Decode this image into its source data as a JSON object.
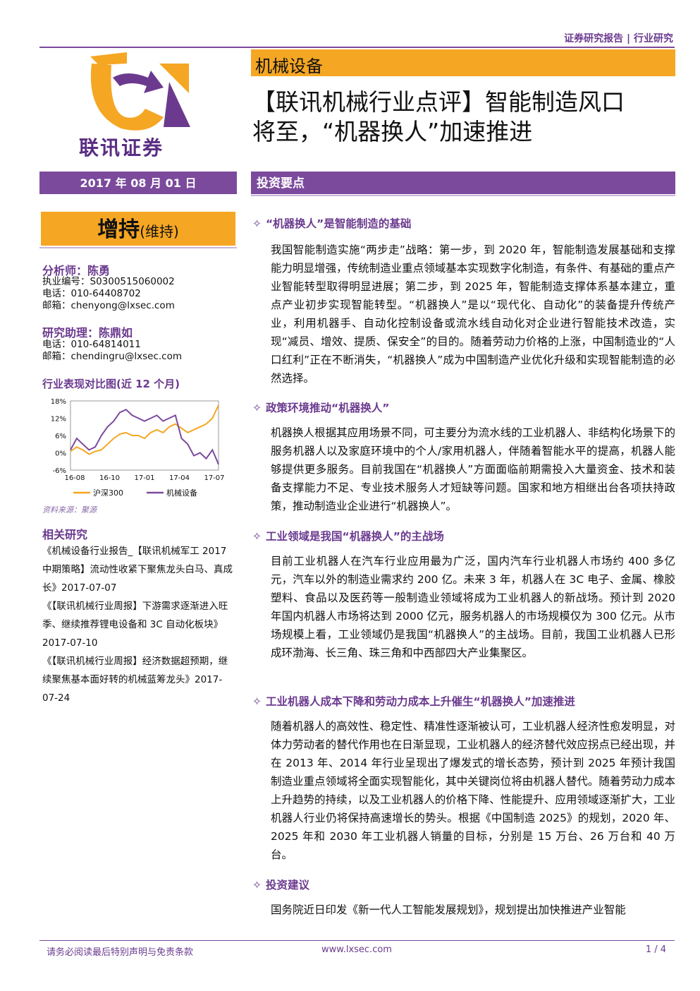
{
  "header": {
    "report_type": "证券研究报告 | 行业研究",
    "logo_text": "联讯证券",
    "industry": "机械设备",
    "title_line1": "【联讯机械行业点评】智能制造风口",
    "title_line2": "将至，“机器换人”加速推进",
    "date": "2017 年 08 月 01 日",
    "section": "投资要点",
    "brand_color": "#7b4a9c",
    "accent_color": "#f5a623"
  },
  "rating": {
    "main": "增持",
    "sub": "(维持)"
  },
  "analyst": {
    "label": "分析师：陈勇",
    "license": "执业编号：S0300515060002",
    "phone": "电话：010-64408702",
    "email": "邮箱：chenyong@lxsec.com"
  },
  "assistant": {
    "label": "研究助理：陈鼎如",
    "phone": "电话：010-64814011",
    "email": "邮箱：chendingru@lxsec.com"
  },
  "chart_title": "行业表现对比图(近 12 个月)",
  "chart_source": "资料来源：聚源",
  "chart_data": {
    "type": "line",
    "yticks": [
      "18%",
      "12%",
      "6%",
      "0%",
      "-6%"
    ],
    "xticks": [
      "16-08",
      "16-10",
      "17-01",
      "17-04",
      "17-07"
    ],
    "ylim": [
      -6,
      18
    ],
    "x": [
      0,
      2,
      4,
      6,
      8,
      10,
      12,
      14,
      16,
      18,
      20,
      22,
      24,
      26,
      28,
      30,
      32,
      34,
      36,
      38,
      40,
      42,
      44,
      46,
      48
    ],
    "series": [
      {
        "name": "沪深300",
        "color": "#f5a623",
        "values": [
          0.5,
          2,
          1,
          -0.5,
          0.5,
          1,
          3,
          5,
          6.5,
          7,
          6,
          6,
          5,
          7,
          8,
          7,
          9,
          10,
          8.5,
          7,
          8,
          9,
          10,
          12,
          16.5
        ]
      },
      {
        "name": "机械设备",
        "color": "#7b4a9c",
        "values": [
          1,
          5,
          3,
          1,
          2,
          6,
          9,
          11,
          14,
          15,
          13,
          12,
          11,
          12,
          13,
          11,
          12,
          13,
          5,
          3,
          -1,
          0,
          -2,
          1,
          -4
        ]
      }
    ]
  },
  "related": {
    "heading": "相关研究",
    "items": [
      "《机械设备行业报告_【联讯机械军工 2017 中期策略】流动性收紧下聚焦龙头白马、真成长》2017-07-07",
      "《【联讯机械行业周报】下游需求逐渐进入旺季、继续推荐锂电设备和 3C 自动化板块》2017-07-10",
      "《【联讯机械行业周报】经济数据超预期，继续聚焦基本面好转的机械蓝筹龙头》2017-07-24"
    ]
  },
  "sections": [
    {
      "heading": "“机器换人”是智能制造的基础",
      "body": "我国智能制造实施“两步走”战略：第一步，到 2020 年，智能制造发展基础和支撑能力明显增强，传统制造业重点领域基本实现数字化制造，有条件、有基础的重点产业智能转型取得明显进展；第二步，到 2025 年，智能制造支撑体系基本建立，重点产业初步实现智能转型。“机器换人”是以“现代化、自动化”的装备提升传统产业，利用机器手、自动化控制设备或流水线自动化对企业进行智能技术改造，实现“减员、增效、提质、保安全”的目的。随着劳动力价格的上涨，中国制造业的“人口红利”正在不断消失，“机器换人”成为中国制造产业优化升级和实现智能制造的必然选择。"
    },
    {
      "heading": "政策环境推动“机器换人”",
      "body": "机器换人根据其应用场景不同，可主要分为流水线的工业机器人、非结构化场景下的服务机器人以及家庭环境中的个人/家用机器人，伴随着智能水平的提高，机器人能够提供更多服务。目前我国在“机器换人”方面面临前期需投入大量资金、技术和装备支撑能力不足、专业技术服务人才短缺等问题。国家和地方相继出台各项扶持政策，推动制造业企业进行“机器换人”。"
    },
    {
      "heading": "工业领域是我国“机器换人”的主战场",
      "body": "目前工业机器人在汽车行业应用最为广泛，国内汽车行业机器人市场约 400 多亿元，汽车以外的制造业需求约 200 亿。未来 3 年，机器人在 3C 电子、金属、橡胶塑料、食品以及医药等一般制造业领域将成为工业机器人的新战场。预计到 2020 年国内机器人市场将达到 2000 亿元，服务机器人的市场规模仅为 300 亿元。从市场规模上看，工业领域仍是我国“机器换人”的主战场。目前，我国工业机器人已形成环渤海、长三角、珠三角和中西部四大产业集聚区。"
    },
    {
      "heading": "工业机器人成本下降和劳动力成本上升催生“机器换人”加速推进",
      "body": "随着机器人的高效性、稳定性、精准性逐渐被认可，工业机器人经济性愈发明显，对体力劳动者的替代作用也在日渐显现，工业机器人的经济替代效应拐点已经出现，并在 2013 年、2014 年行业呈现出了爆发式的增长态势，预计到 2025 年预计我国制造业重点领域将全面实现智能化，其中关键岗位将由机器人替代。随着劳动力成本上升趋势的持续，以及工业机器人的价格下降、性能提升、应用领域逐渐扩大，工业机器人行业仍将保持高速增长的势头。根据《中国制造 2025》的规划，2020 年、2025 年和 2030 年工业机器人销量的目标，分别是 15 万台、26 万台和 40 万台。"
    },
    {
      "heading": "投资建议",
      "body": "国务院近日印发《新一代人工智能发展规划》，规划提出加快推进产业智能"
    }
  ],
  "section_bullet": "✧",
  "footer": {
    "disclaimer": "请务必阅读最后特别声明与免责条款",
    "website": "www.lxsec.com",
    "page": "1 / 4"
  }
}
